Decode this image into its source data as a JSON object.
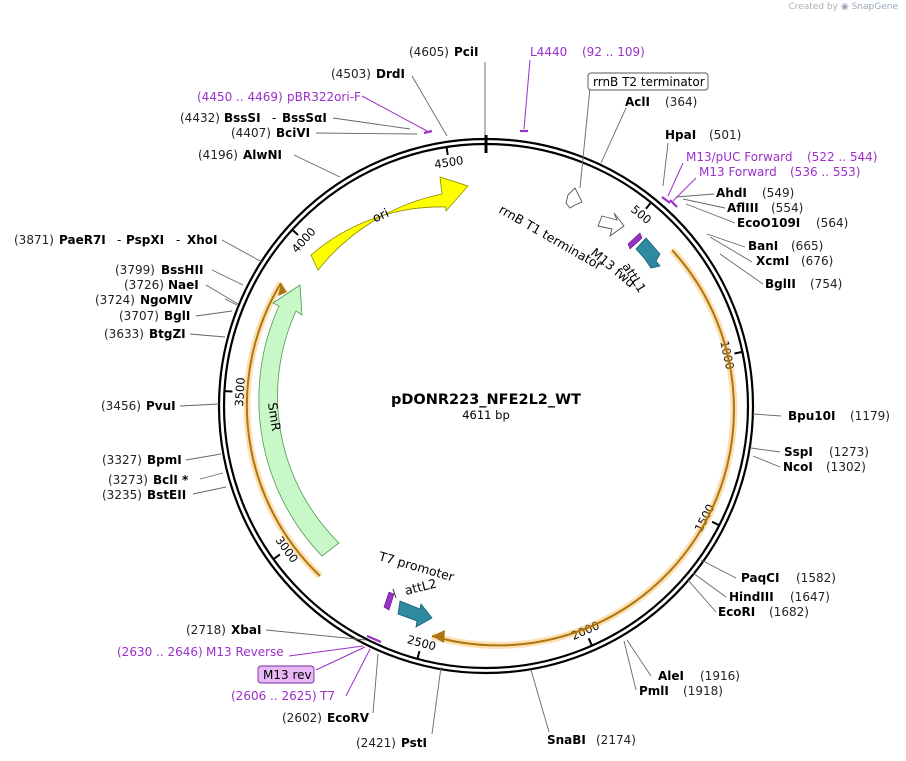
{
  "credit": {
    "prefix": "Created by",
    "brand": "SnapGene"
  },
  "plasmid": {
    "name": "pDONR223_NFE2L2_WT",
    "length_label": "4611 bp",
    "length": 4611
  },
  "colors": {
    "ori": "#ffff00",
    "smr": "#c8f7c8",
    "att": "#2e8aa0",
    "primer": "#9b2fc9",
    "orf": "#f5a623"
  },
  "ticks": [
    {
      "pos": 500,
      "label": "500"
    },
    {
      "pos": 1000,
      "label": "1000"
    },
    {
      "pos": 1500,
      "label": "1500"
    },
    {
      "pos": 2000,
      "label": "2000"
    },
    {
      "pos": 2500,
      "label": "2500"
    },
    {
      "pos": 3000,
      "label": "3000"
    },
    {
      "pos": 3500,
      "label": "3500"
    },
    {
      "pos": 4000,
      "label": "4000"
    },
    {
      "pos": 4500,
      "label": "4500"
    }
  ],
  "features": {
    "ori": "ori",
    "smr": "SmR",
    "rrnb_t1": "rrnB T1 terminator",
    "m13fwd": "M13 fwd",
    "attl1": "attL1",
    "t7prom": "T7 promoter",
    "attl2": "attL2",
    "rrnb_t2": "rrnB T2 terminator",
    "m13rev": "M13 rev"
  },
  "sites": [
    {
      "name": "PciI",
      "coord": "(4605)",
      "side": "L"
    },
    {
      "name": "DrdI",
      "coord": "(4503)",
      "side": "L"
    },
    {
      "name": "BssSI",
      "name2": "BssSαI",
      "coord": "(4432)",
      "side": "L"
    },
    {
      "name": "BciVI",
      "coord": "(4407)",
      "side": "L"
    },
    {
      "name": "AlwNI",
      "coord": "(4196)",
      "side": "L"
    },
    {
      "name": "PaeR7I",
      "name2": "PspXI",
      "name3": "XhoI",
      "coord": "(3871)",
      "side": "L"
    },
    {
      "name": "BssHII",
      "coord": "(3799)",
      "side": "L"
    },
    {
      "name": "NaeI",
      "coord": "(3726)",
      "side": "L"
    },
    {
      "name": "NgoMIV",
      "coord": "(3724)",
      "side": "L"
    },
    {
      "name": "BglI",
      "coord": "(3707)",
      "side": "L"
    },
    {
      "name": "BtgZI",
      "coord": "(3633)",
      "side": "L"
    },
    {
      "name": "PvuI",
      "coord": "(3456)",
      "side": "L"
    },
    {
      "name": "BpmI",
      "coord": "(3327)",
      "side": "L"
    },
    {
      "name": "BclI *",
      "coord": "(3273)",
      "side": "L"
    },
    {
      "name": "BstEII",
      "coord": "(3235)",
      "side": "L"
    },
    {
      "name": "XbaI",
      "coord": "(2718)",
      "side": "L"
    },
    {
      "name": "EcoRV",
      "coord": "(2602)",
      "side": "L"
    },
    {
      "name": "PstI",
      "coord": "(2421)",
      "side": "L"
    },
    {
      "name": "SnaBI",
      "coord": "(2174)",
      "side": "R"
    },
    {
      "name": "AleI",
      "coord": "(1916)",
      "side": "R"
    },
    {
      "name": "PmlI",
      "coord": "(1918)",
      "side": "R"
    },
    {
      "name": "EcoRI",
      "coord": "(1682)",
      "side": "R"
    },
    {
      "name": "HindIII",
      "coord": "(1647)",
      "side": "R"
    },
    {
      "name": "PaqCI",
      "coord": "(1582)",
      "side": "R"
    },
    {
      "name": "NcoI",
      "coord": "(1302)",
      "side": "R"
    },
    {
      "name": "SspI",
      "coord": "(1273)",
      "side": "R"
    },
    {
      "name": "Bpu10I",
      "coord": "(1179)",
      "side": "R"
    },
    {
      "name": "BglII",
      "coord": "(754)",
      "side": "R"
    },
    {
      "name": "XcmI",
      "coord": "(676)",
      "side": "R"
    },
    {
      "name": "BanI",
      "coord": "(665)",
      "side": "R"
    },
    {
      "name": "EcoO109I",
      "coord": "(564)",
      "side": "R"
    },
    {
      "name": "AflIII",
      "coord": "(554)",
      "side": "R"
    },
    {
      "name": "AhdI",
      "coord": "(549)",
      "side": "R"
    },
    {
      "name": "HpaI",
      "coord": "(501)",
      "side": "R"
    },
    {
      "name": "AclI",
      "coord": "(364)",
      "side": "R"
    }
  ],
  "primers": [
    {
      "name": "L4440",
      "range": "(92 .. 109)"
    },
    {
      "name": "pBR322ori-F",
      "range": "(4450 .. 4469)"
    },
    {
      "name": "M13/pUC Forward",
      "range": "(522 .. 544)"
    },
    {
      "name": "M13 Forward",
      "range": "(536 .. 553)"
    },
    {
      "name": "M13 Reverse",
      "range": "(2630 .. 2646)"
    },
    {
      "name": "T7",
      "range": "(2606 .. 2625)"
    }
  ]
}
